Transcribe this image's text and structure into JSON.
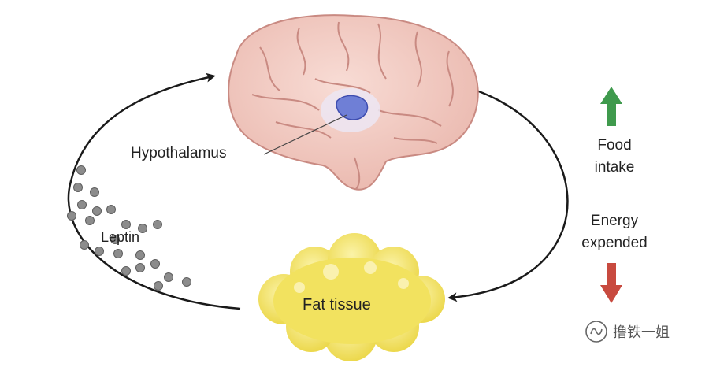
{
  "diagram": {
    "brain_region_label": "Hypothalamus",
    "hormone_label": "Leptin",
    "tissue_label": "Fat tissue",
    "effect_1_line_1": "Food",
    "effect_1_line_2": "intake",
    "effect_1_direction": "up",
    "effect_2_line_1": "Energy",
    "effect_2_line_2": "expended",
    "effect_2_direction": "down"
  },
  "watermark": {
    "text": "撸铁一姐",
    "icon": "wechat-channel-icon"
  },
  "colors": {
    "brain_fill": "#f3c9c0",
    "brain_outline": "#c98a82",
    "hypothalamus": "#6f7fd6",
    "fat_tissue": "#f2e25f",
    "arrow": "#1a1a1a",
    "leptin_dot": "#8c8c8c",
    "up_arrow": "#3f9a4d",
    "down_arrow": "#c84a3f"
  }
}
